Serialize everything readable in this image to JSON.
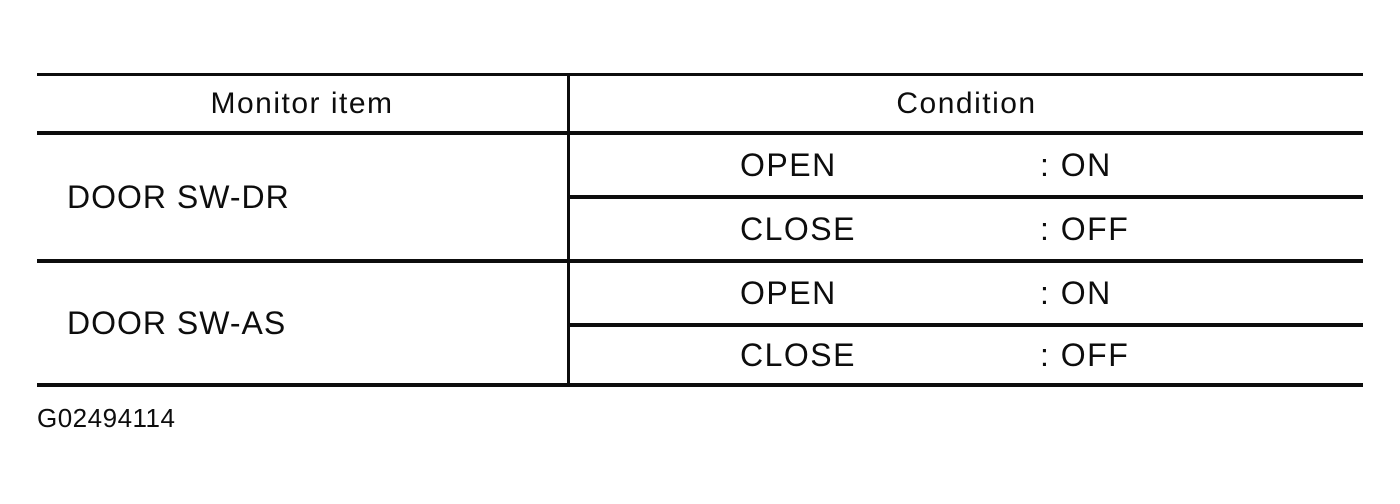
{
  "figure_id": "G02494114",
  "table": {
    "columns": [
      {
        "label": "Monitor item"
      },
      {
        "label": "Condition"
      }
    ],
    "rows": [
      {
        "monitor_item": "DOOR SW-DR",
        "conditions": [
          {
            "state": "OPEN",
            "value": ": ON"
          },
          {
            "state": "CLOSE",
            "value": ": OFF"
          }
        ]
      },
      {
        "monitor_item": "DOOR SW-AS",
        "conditions": [
          {
            "state": "OPEN",
            "value": ": ON"
          },
          {
            "state": "CLOSE",
            "value": ": OFF"
          }
        ]
      }
    ]
  }
}
